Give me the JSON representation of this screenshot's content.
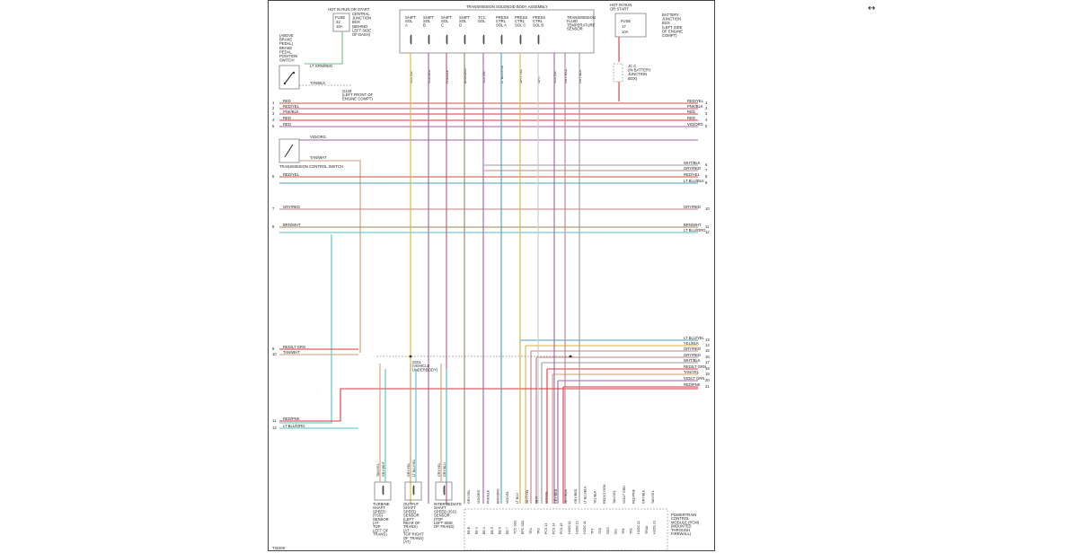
{
  "nav_icon": "↔",
  "colors": {
    "red": "#d9363e",
    "red_yel": "#c8503a",
    "pink_blk": "#b35a72",
    "vio_orn": "#a060a8",
    "wht_blk": "#9a9a9a",
    "gry_red": "#c08080",
    "lt_blu_blk": "#4aa0b4",
    "brn_wht": "#a08060",
    "lt_blu_org": "#57c2c4",
    "yel": "#d8b440",
    "tan": "#c8a070",
    "lt_grn": "#6cc080",
    "wht": "#c8c8c8"
  },
  "labels": {
    "hot_run_start": "HOT IN RUN OR START",
    "fuse_left": "FUSE",
    "fuse_left_num": "22",
    "fuse_left_amp": "10A",
    "cjb": [
      "CENTRAL",
      "JUNCTION",
      "BOX",
      "(BEHIND",
      "LEFT SIDE",
      "OF DASH)"
    ],
    "brake_switch": [
      "(ABOVE",
      "BRAKE",
      "PEDAL)",
      "BRAKE",
      "PEDAL",
      "POSITION",
      "SWITCH"
    ],
    "lt_grn_red": "LT GRN/RED",
    "tan_blk": "TAN/BLK",
    "g120": [
      "G120",
      "(LEFT FRONT OF",
      "ENGINE COMPT)"
    ],
    "solenoid_body": "TRANSMISSION SOLENOID BODY ASSEMBLY",
    "solenoids": [
      [
        "SHIFT",
        "SOL",
        "A"
      ],
      [
        "SHIFT",
        "SOL",
        "B"
      ],
      [
        "SHIFT",
        "SOL",
        "C"
      ],
      [
        "SHIFT",
        "SOL",
        "D"
      ],
      [
        "TCC",
        "SOL"
      ],
      [
        "PRESS",
        "CTRL",
        "SOL A"
      ],
      [
        "PRESS",
        "CTRL",
        "SOL C"
      ],
      [
        "PRESS",
        "CTRL",
        "SOL B"
      ],
      [
        "TRANSMISSION",
        "FLUID",
        "TEMPERATURE",
        "SENSOR"
      ]
    ],
    "solenoid_wires": [
      "VIO/YEL",
      "VIO/ORG",
      "PNK/BLK",
      "BRN/ORG",
      "VIO/YEL",
      "LT BLU/PNK",
      "WHT/YEL",
      "WHT",
      "VIO/YEL",
      "GRY/RED",
      "GRY/BLK"
    ],
    "hot_run_start_right": [
      "HOT IN RUN",
      "OR START"
    ],
    "fuse_right": "FUSE",
    "fuse_right_num": "17",
    "fuse_right_amp": "10A",
    "bjb": [
      "BATTERY",
      "JUNCTION",
      "BOX",
      "(LEFT SIDE",
      "OF ENGINE",
      "COMPT)"
    ],
    "jbc": [
      "JC C",
      "(IN BATTERY",
      "JUNCTION",
      "BOX)"
    ],
    "tcs": "TRANSMISSION CONTROL SWITCH",
    "vio_org": "VIO/ORG",
    "tan_wht": "TAN/WHT",
    "s101": [
      "S101",
      "(VEHICLE",
      "UNDERBODY)"
    ],
    "sensors": [
      [
        "TURBINE",
        "SHAFT",
        "SPEED",
        "(TSS)",
        "SENSOR",
        "(AT",
        "TOP",
        "LEFT OF",
        "TRANS)"
      ],
      [
        "OUTPUT",
        "SHAFT",
        "SPEED",
        "SENSOR",
        "(LEFT",
        "REAR OF",
        "TRANS)",
        "(AT",
        "TOP RIGHT",
        "OF TRANS)",
        "(AT)"
      ],
      [
        "INTERMEDIATE",
        "SHAFT",
        "SPEED (ISS)",
        "SENSOR",
        "(TOP",
        "LEFT SIDE",
        "OF TRANS)"
      ]
    ],
    "sensor_wires": [
      [
        "TAN/YEL",
        "GRY/WHT"
      ],
      [
        "GRY/YEL",
        "LT BLU/YEL"
      ],
      [
        "GRY/YEL",
        "GRY/BLU"
      ]
    ],
    "pcm": [
      "POWERTRAIN",
      "CONTROL",
      "MODULE (PCM)",
      "(MOUNTED",
      "THROUGH",
      "FIREWALL)"
    ],
    "pcm_pins": [
      "EB E",
      "EB 3",
      "EB 4",
      "EB 5",
      "EB 6",
      "EB 7",
      "TCC SOL",
      "EPC SOL",
      "TR4",
      "TR3",
      "PCS 13",
      "PCS 14",
      "PCS 15",
      "H2OS 11",
      "H2OS 12",
      "H2OS 21",
      "TFT",
      "TSS",
      "OSS",
      "ISS",
      "TR1",
      "TR2",
      "H2OS 22",
      "TR3A",
      "H2OS 23"
    ],
    "pcm_wires": [
      "GRY/YEL",
      "VIO/ORG",
      "PNK/BLK",
      "BRN/ORG",
      "VIO/YEL",
      "LT BLU",
      "WHT/YEL",
      "WHT",
      "VIO/YEL",
      "GRY/RED",
      "WHT/BLK",
      "GRY/RED",
      "LT BLU/BLK",
      "YEL/BLK",
      "RED/LT GRN",
      "TAN/YEL",
      "VIO/LT GRN",
      "RED/PNK",
      "GRY/BLK",
      "TAN/YEL"
    ],
    "footer_code": "T32400"
  },
  "left_wires": [
    {
      "num": "1",
      "label": "RED"
    },
    {
      "num": "2",
      "label": "RED/YEL"
    },
    {
      "num": "3",
      "label": "PNK/BLK"
    },
    {
      "num": "4",
      "label": "RED"
    },
    {
      "num": "5",
      "label": "RED"
    },
    {
      "num": "6",
      "label": "RED/YEL"
    },
    {
      "num": "7",
      "label": "GRY/RED"
    },
    {
      "num": "8",
      "label": "BRN/WHT"
    },
    {
      "num": "9",
      "label": "RED/LT GRN"
    },
    {
      "num": "10",
      "label": "TAN/WHT"
    },
    {
      "num": "11",
      "label": "RED/PNK"
    },
    {
      "num": "12",
      "label": "LT BLU/ORG"
    }
  ],
  "right_wires": [
    {
      "num": "1",
      "label": "RED/YEL"
    },
    {
      "num": "2",
      "label": "PNK/BLK"
    },
    {
      "num": "3",
      "label": "RED"
    },
    {
      "num": "4",
      "label": "RED"
    },
    {
      "num": "5",
      "label": "VIO/ORG"
    },
    {
      "num": "6",
      "label": "WHT/BLK"
    },
    {
      "num": "7",
      "label": "GRY/RED"
    },
    {
      "num": "8",
      "label": "RED/YEL"
    },
    {
      "num": "9",
      "label": "LT BLU/BLK"
    },
    {
      "num": "10",
      "label": "GRY/RED"
    },
    {
      "num": "11",
      "label": "BRN/WHT"
    },
    {
      "num": "12",
      "label": "LT BLU/ORG"
    },
    {
      "num": "13",
      "label": "LT BLU/YEL"
    },
    {
      "num": "14",
      "label": "YEL/BLK"
    },
    {
      "num": "15",
      "label": "GRY/RED"
    },
    {
      "num": "16",
      "label": "GRY/RED"
    },
    {
      "num": "17",
      "label": "WHT/BLK"
    },
    {
      "num": "18",
      "label": "RED/LT GRN"
    },
    {
      "num": "19",
      "label": "TAN/YEL"
    },
    {
      "num": "20",
      "label": "VIO/LT GRN"
    },
    {
      "num": "21",
      "label": "RED/PNK"
    }
  ]
}
